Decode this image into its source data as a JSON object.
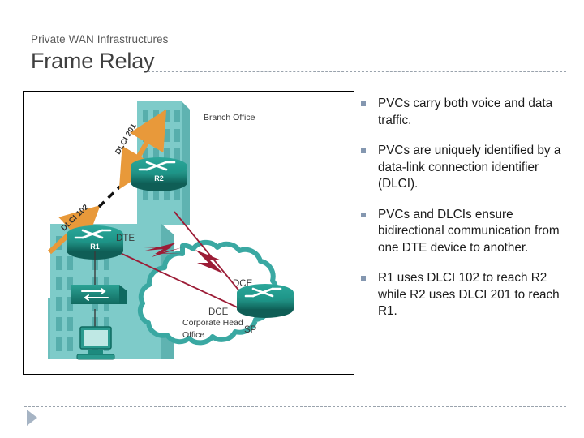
{
  "header": {
    "eyebrow": "Private WAN Infrastructures",
    "title": "Frame Relay"
  },
  "bullets": [
    {
      "text": "PVCs carry both voice and data traffic."
    },
    {
      "text": "PVCs are uniquely identified by a data-link connection identifier (DLCI)."
    },
    {
      "text": "PVCs and DLCIs ensure bidirectional communication from one DTE device to another."
    },
    {
      "text": "R1 uses DLCI 102 to reach R2 while R2 uses DLCI 201 to reach R1."
    }
  ],
  "diagram": {
    "labels": {
      "branch_office": "Branch Office",
      "corporate_head_office_line1": "Corporate Head",
      "corporate_head_office_line2": "Office",
      "dte": "DTE",
      "dce_top": "DCE",
      "dce_left": "DCE",
      "sp": "SP",
      "router_r1": "R1",
      "router_r2": "R2",
      "dlci_102": "DLCI 102",
      "dlci_201": "DLCI 201"
    },
    "colors": {
      "building": "#7ecbc9",
      "building_shade": "#5fb3b1",
      "router": "#1f8c80",
      "cloud_outline": "#3aa8a2",
      "pvc_arrow": "#e8993a",
      "serial_link": "#9c1c36",
      "frame_border": "#000000"
    }
  },
  "footer": {
    "next_icon": "play-triangle-icon"
  },
  "theme": {
    "eyebrow_color": "#595959",
    "title_color": "#3f3f3f",
    "bullet_marker_color": "#8497b0",
    "rule_color": "#9aa3ad",
    "next_arrow_color": "#a6b4c4"
  }
}
